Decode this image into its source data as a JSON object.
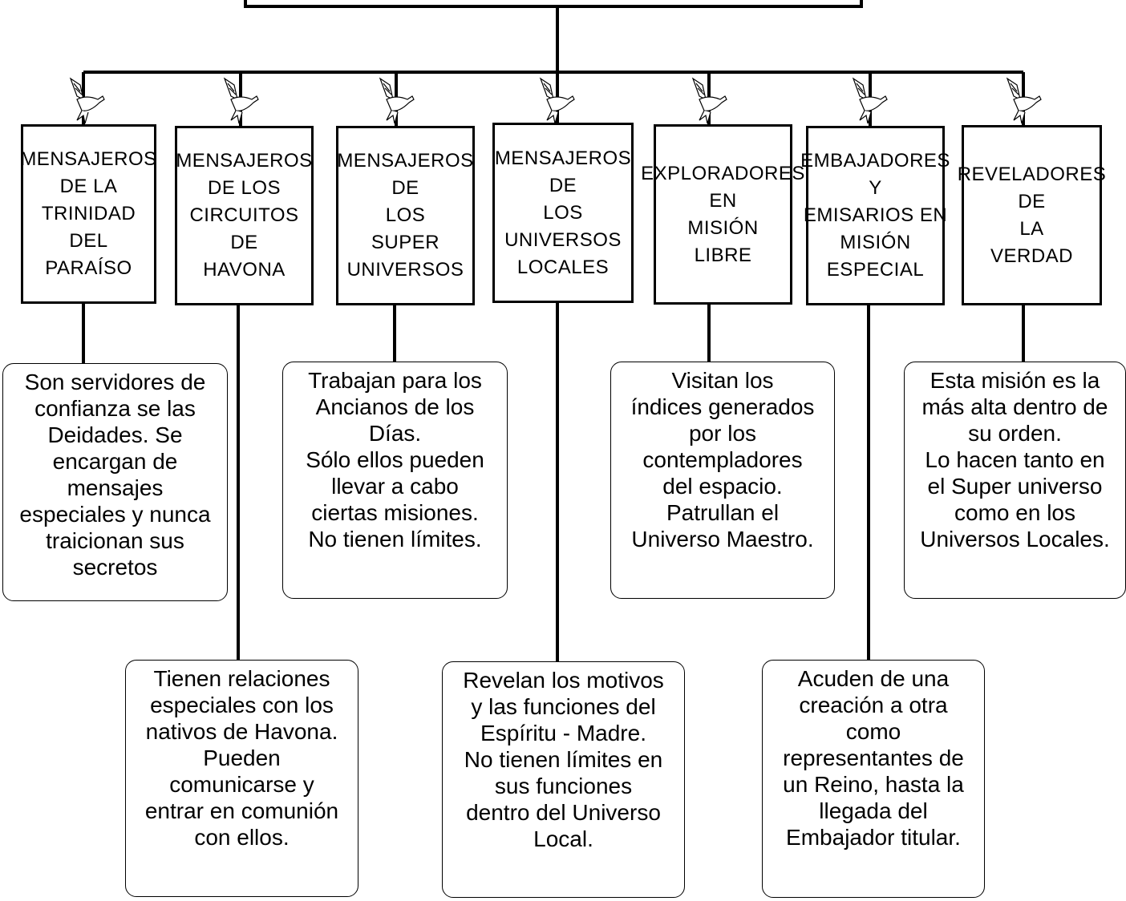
{
  "categories": [
    {
      "label": "MENSAJEROS\nDE LA\nTRINIDAD\nDEL\nPARAÍSO"
    },
    {
      "label": "MENSAJEROS\nDE LOS\nCIRCUITOS\nDE\nHAVONA"
    },
    {
      "label": "MENSAJEROS\nDE\nLOS\nSUPER\nUNIVERSOS"
    },
    {
      "label": "MENSAJEROS\nDE\nLOS\nUNIVERSOS\nLOCALES"
    },
    {
      "label": "EXPLORADORES\nEN\nMISIÓN\nLIBRE"
    },
    {
      "label": "EMBAJADORES\nY\nEMISARIOS EN\nMISIÓN\nESPECIAL"
    },
    {
      "label": "REVELADORES\nDE\nLA\nVERDAD"
    }
  ],
  "descriptions": [
    {
      "text": "Son servidores de\nconfianza se las\nDeidades. Se\nencargan de\nmensajes\nespeciales y nunca\ntraicionan sus\nsecretos"
    },
    {
      "text": "Tienen relaciones\nespeciales con los\nnativos de Havona.\nPueden\ncomunicarse y\nentrar en comunión\ncon ellos."
    },
    {
      "text": "Trabajan para los\nAncianos de los\nDías.\nSólo ellos pueden\nllevar a cabo\nciertas misiones.\nNo tienen límites."
    },
    {
      "text": "Revelan los motivos\ny las funciones del\nEspíritu - Madre.\nNo tienen límites en\nsus funciones\ndentro del Universo\nLocal."
    },
    {
      "text": "Visitan los\níndices generados\npor los\ncontempladores\ndel espacio.\nPatrullan el\nUniverso Maestro."
    },
    {
      "text": "Acuden de una\ncreación a otra\ncomo\nrepresentantes de\nun Reino, hasta la\nllegada del\nEmbajador titular."
    },
    {
      "text": "Esta misión es la\nmás alta dentro de\nsu orden.\nLo hacen tanto en\nel Super universo\ncomo en los\nUniversos Locales."
    }
  ],
  "icons": {
    "dove": "dove-icon"
  }
}
